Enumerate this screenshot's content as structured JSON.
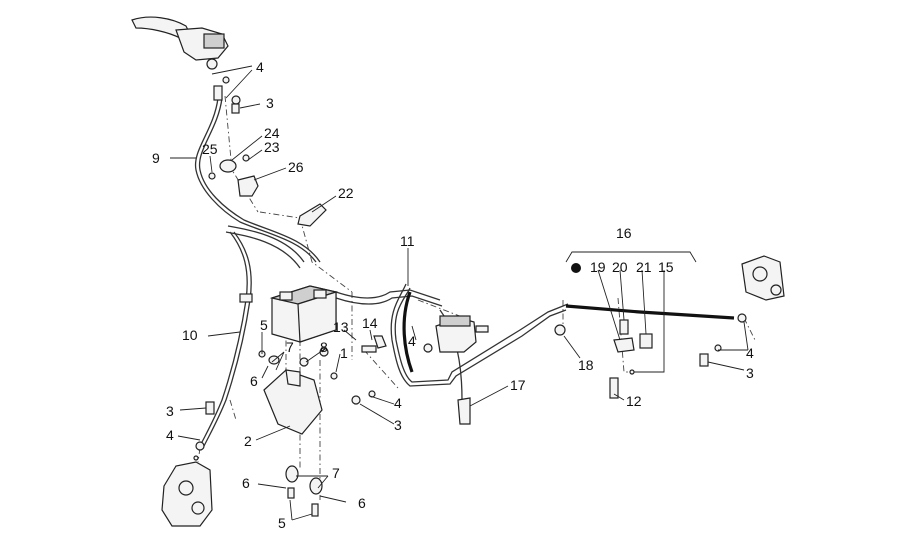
{
  "callouts": [
    "1",
    "2",
    "3",
    "4",
    "5",
    "6",
    "7",
    "8",
    "9",
    "10",
    "11",
    "12",
    "13",
    "14",
    "15",
    "16",
    "17",
    "18",
    "19",
    "20",
    "21",
    "22",
    "23",
    "24",
    "25",
    "26"
  ],
  "labels": {
    "c4_top": "4",
    "c3_top": "3",
    "c24": "24",
    "c23": "23",
    "c25": "25",
    "c26": "26",
    "c9": "9",
    "c22": "22",
    "c11": "11",
    "c10": "10",
    "c5_a": "5",
    "c7_a": "7",
    "c6_a": "6",
    "c13": "13",
    "c14": "14",
    "c8": "8",
    "c1": "1",
    "c4_mid": "4",
    "c4_low": "4",
    "c3_low": "3",
    "c3_left": "3",
    "c4_left": "4",
    "c2": "2",
    "c17": "17",
    "c18": "18",
    "c16": "16",
    "c19": "19",
    "c20": "20",
    "c21": "21",
    "c15": "15",
    "c12": "12",
    "c4_right": "4",
    "c3_right": "3",
    "c7_b": "7",
    "c6_b": "6",
    "c6_c": "6",
    "c5_b": "5"
  }
}
